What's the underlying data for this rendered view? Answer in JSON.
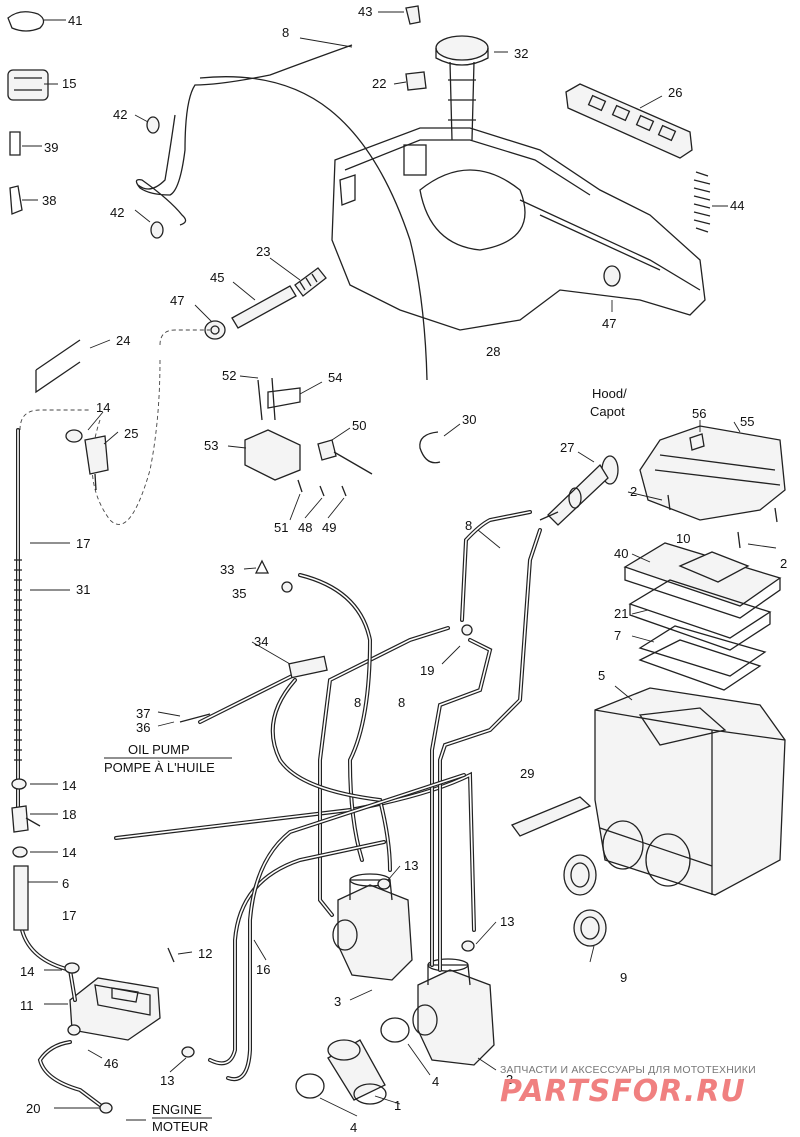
{
  "labels": {
    "hood": "Hood/",
    "capot": "Capot",
    "oil_pump_en": "OIL PUMP",
    "oil_pump_fr": "POMPE À L'HUILE",
    "engine_en": "ENGINE",
    "engine_fr": "MOTEUR"
  },
  "callouts": [
    "41",
    "15",
    "39",
    "38",
    "42",
    "42",
    "8",
    "43",
    "22",
    "32",
    "26",
    "44",
    "47",
    "23",
    "45",
    "47",
    "28",
    "24",
    "52",
    "54",
    "14",
    "25",
    "53",
    "50",
    "30",
    "27",
    "51",
    "48",
    "49",
    "17",
    "8",
    "56",
    "55",
    "2",
    "2",
    "33",
    "35",
    "10",
    "40",
    "21",
    "31",
    "34",
    "7",
    "19",
    "5",
    "37",
    "36",
    "8",
    "8",
    "14",
    "29",
    "18",
    "14",
    "6",
    "17",
    "13",
    "13",
    "12",
    "16",
    "14",
    "11",
    "3",
    "9",
    "46",
    "13",
    "4",
    "1",
    "3",
    "20",
    "4"
  ],
  "watermark": {
    "top": "ЗАПЧАСТИ И АКСЕССУАРЫ ДЛЯ МОТОТЕХНИКИ",
    "logo": "PARTSFOR.RU"
  }
}
